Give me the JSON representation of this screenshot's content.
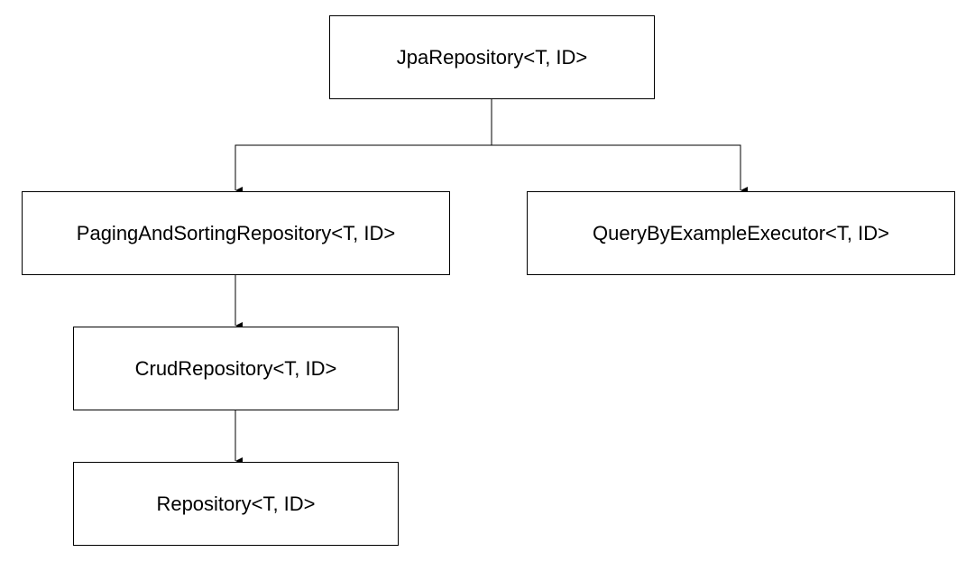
{
  "diagram": {
    "nodes": {
      "jpa_repository": "JpaRepository<T, ID>",
      "paging_and_sorting_repository": "PagingAndSortingRepository<T, ID>",
      "query_by_example_executor": "QueryByExampleExecutor<T, ID>",
      "crud_repository": "CrudRepository<T, ID>",
      "repository": "Repository<T, ID>"
    },
    "edges": [
      {
        "from": "jpa_repository",
        "to": "paging_and_sorting_repository"
      },
      {
        "from": "jpa_repository",
        "to": "query_by_example_executor"
      },
      {
        "from": "paging_and_sorting_repository",
        "to": "crud_repository"
      },
      {
        "from": "crud_repository",
        "to": "repository"
      }
    ],
    "line_color": "#000000",
    "box_border_color": "#000000"
  }
}
